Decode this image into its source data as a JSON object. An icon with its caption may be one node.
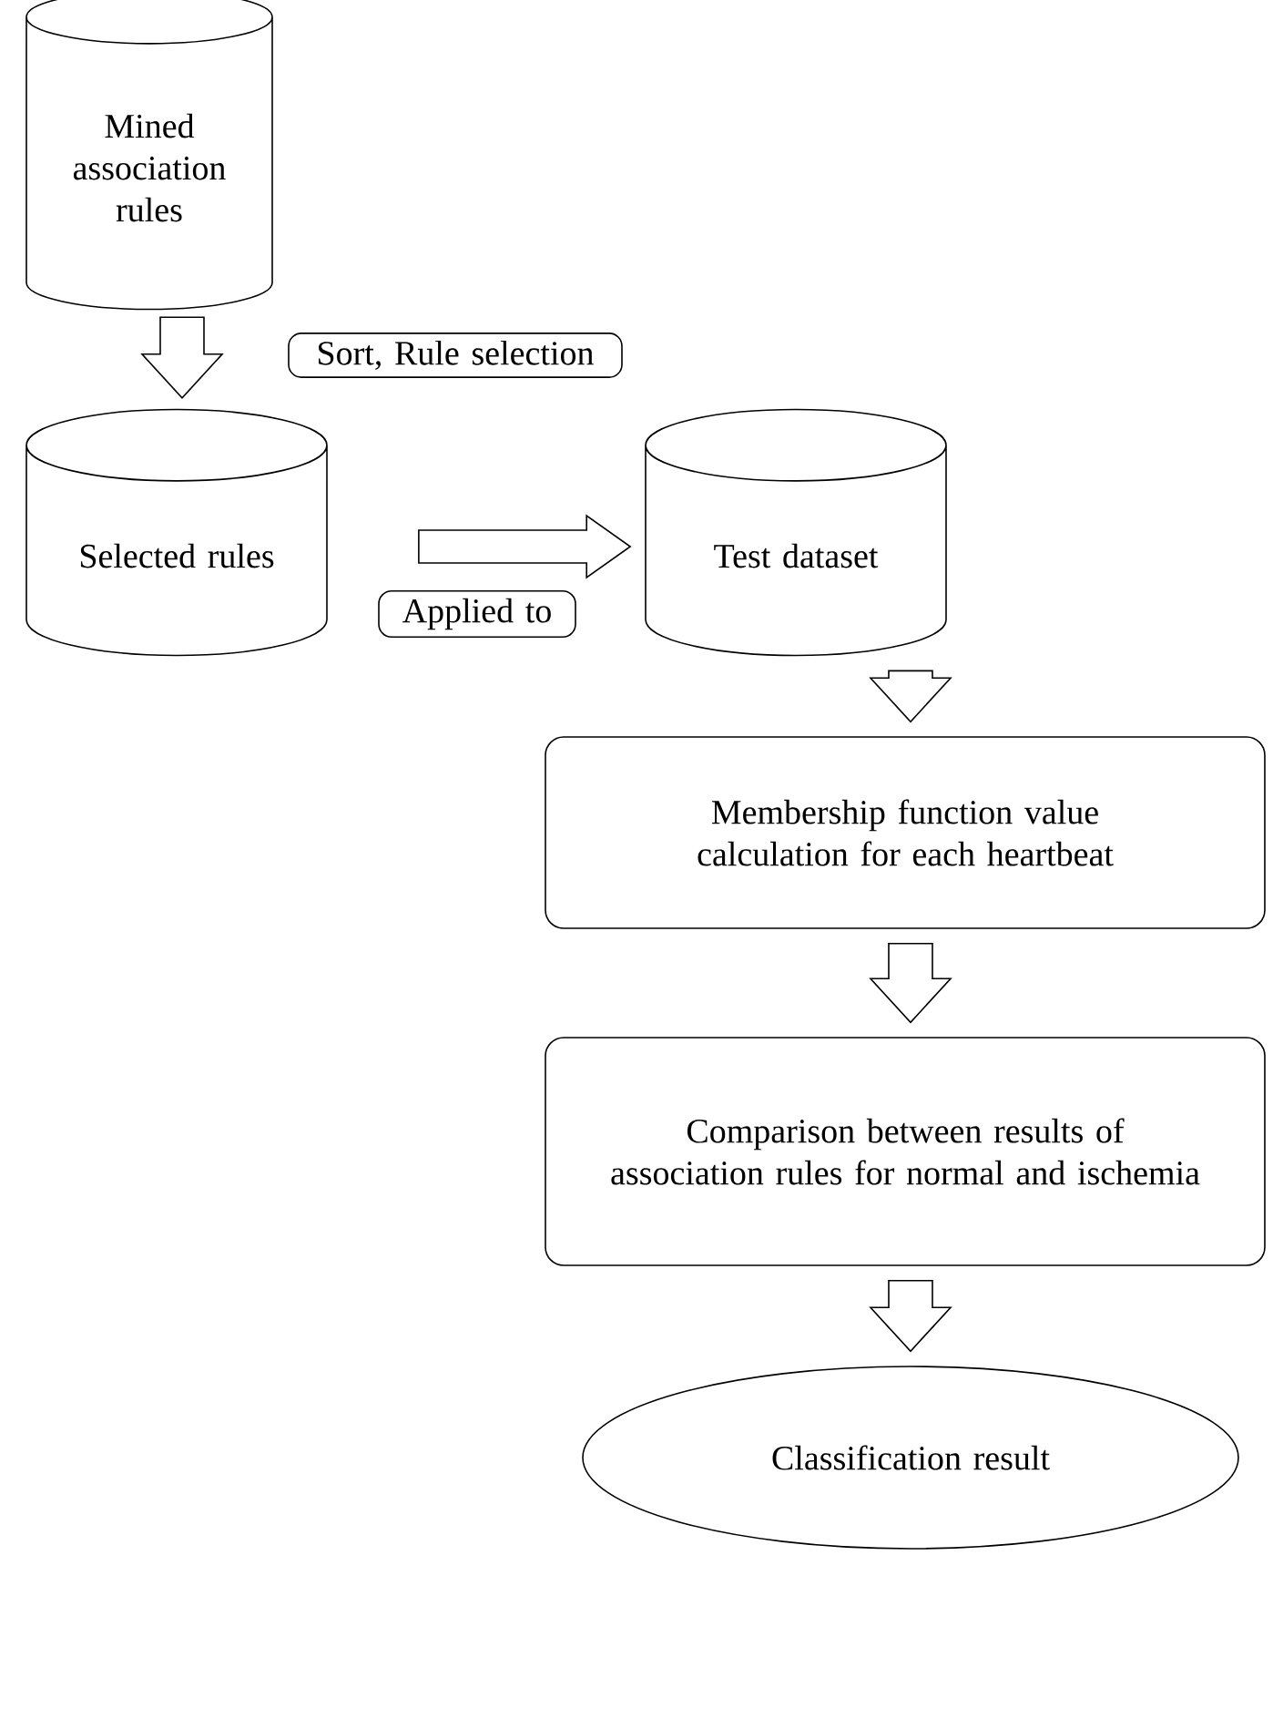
{
  "diagram": {
    "nodes": [
      {
        "text": [
          "Mined association rules"
        ]
      },
      {
        "text": [
          "Selected rules"
        ]
      },
      {
        "text": [
          "Test dataset"
        ]
      },
      {
        "text": [
          "Membership function value calculation for each heartbeat"
        ]
      },
      {
        "text": [
          "Comparison between results of association rules for normal and ischemia"
        ]
      },
      {
        "text": [
          "Classification result"
        ]
      }
    ],
    "edges": [
      {
        "from": 0,
        "to": 1,
        "arrow": "to",
        "label": "Sort, Rule selection"
      },
      {
        "from": 1,
        "to": 2,
        "arrow": "to",
        "label": "Applied to"
      },
      {
        "from": 2,
        "to": 3,
        "arrow": "to"
      },
      {
        "from": 3,
        "to": 4,
        "arrow": "to"
      },
      {
        "from": 4,
        "to": 5,
        "arrow": "to"
      }
    ]
  }
}
